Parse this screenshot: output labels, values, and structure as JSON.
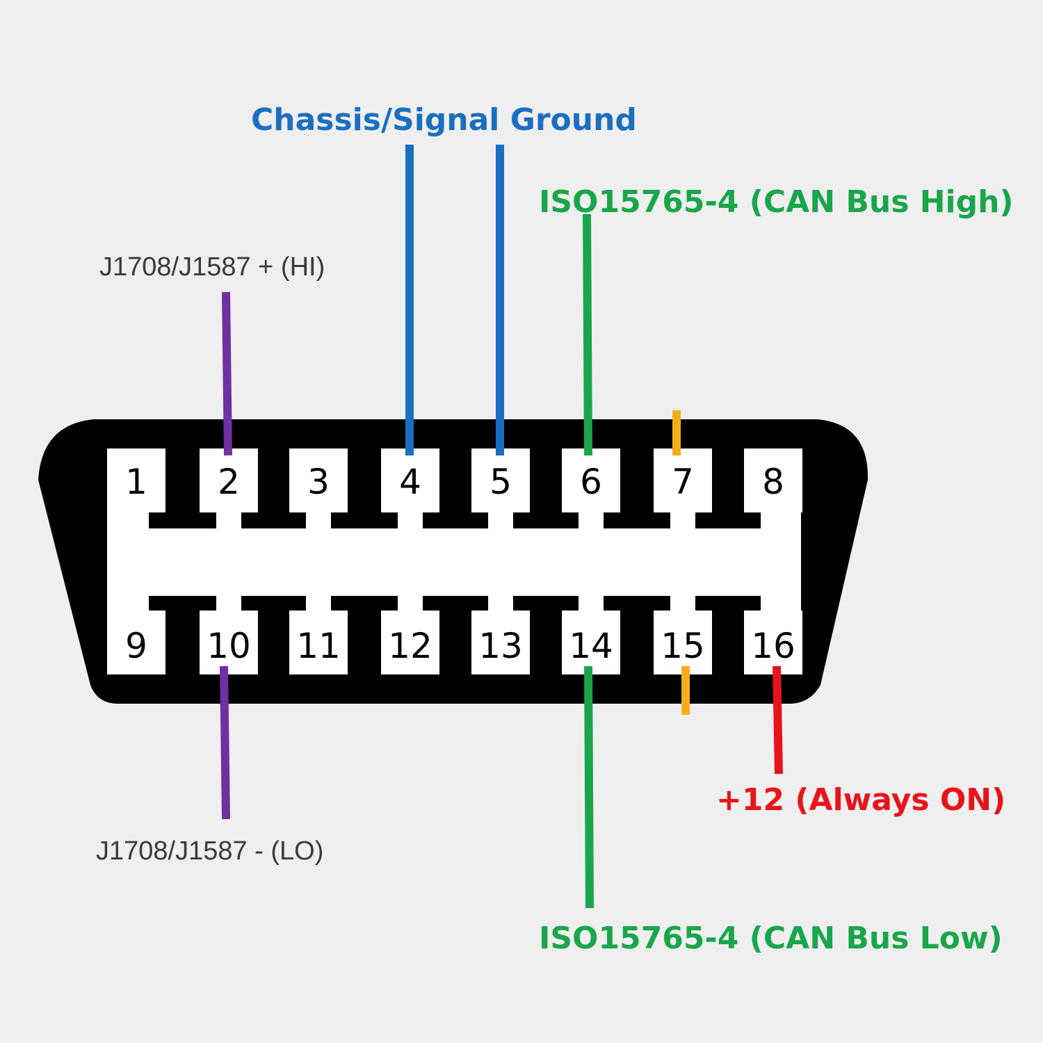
{
  "colors": {
    "background": "#efefef",
    "connector_body": "#000000",
    "pin_face": "#ffffff",
    "ground": "#1a6fc0",
    "can": "#19a64a",
    "j1708": "#7030a0",
    "power": "#e8141b",
    "aux": "#f5ae1b",
    "text_gray": "#3a3a3a"
  },
  "connector": {
    "top_row_pins": [
      "1",
      "2",
      "3",
      "4",
      "5",
      "6",
      "7",
      "8"
    ],
    "bottom_row_pins": [
      "9",
      "10",
      "11",
      "12",
      "13",
      "14",
      "15",
      "16"
    ]
  },
  "labels": {
    "ground": "Chassis/Signal Ground",
    "can_high": "ISO15765-4 (CAN Bus High)",
    "can_low": "ISO15765-4 (CAN Bus Low)",
    "j1708_hi": "J1708/J1587 + (HI)",
    "j1708_lo": "J1708/J1587 - (LO)",
    "power": "+12 (Always ON)"
  },
  "wires": [
    {
      "pin": "2",
      "color": "#7030a0"
    },
    {
      "pin": "4",
      "color": "#1a6fc0"
    },
    {
      "pin": "5",
      "color": "#1a6fc0"
    },
    {
      "pin": "6",
      "color": "#19a64a"
    },
    {
      "pin": "7",
      "color": "#f5ae1b"
    },
    {
      "pin": "10",
      "color": "#7030a0"
    },
    {
      "pin": "14",
      "color": "#19a64a"
    },
    {
      "pin": "15",
      "color": "#f5ae1b"
    },
    {
      "pin": "16",
      "color": "#e8141b"
    }
  ]
}
